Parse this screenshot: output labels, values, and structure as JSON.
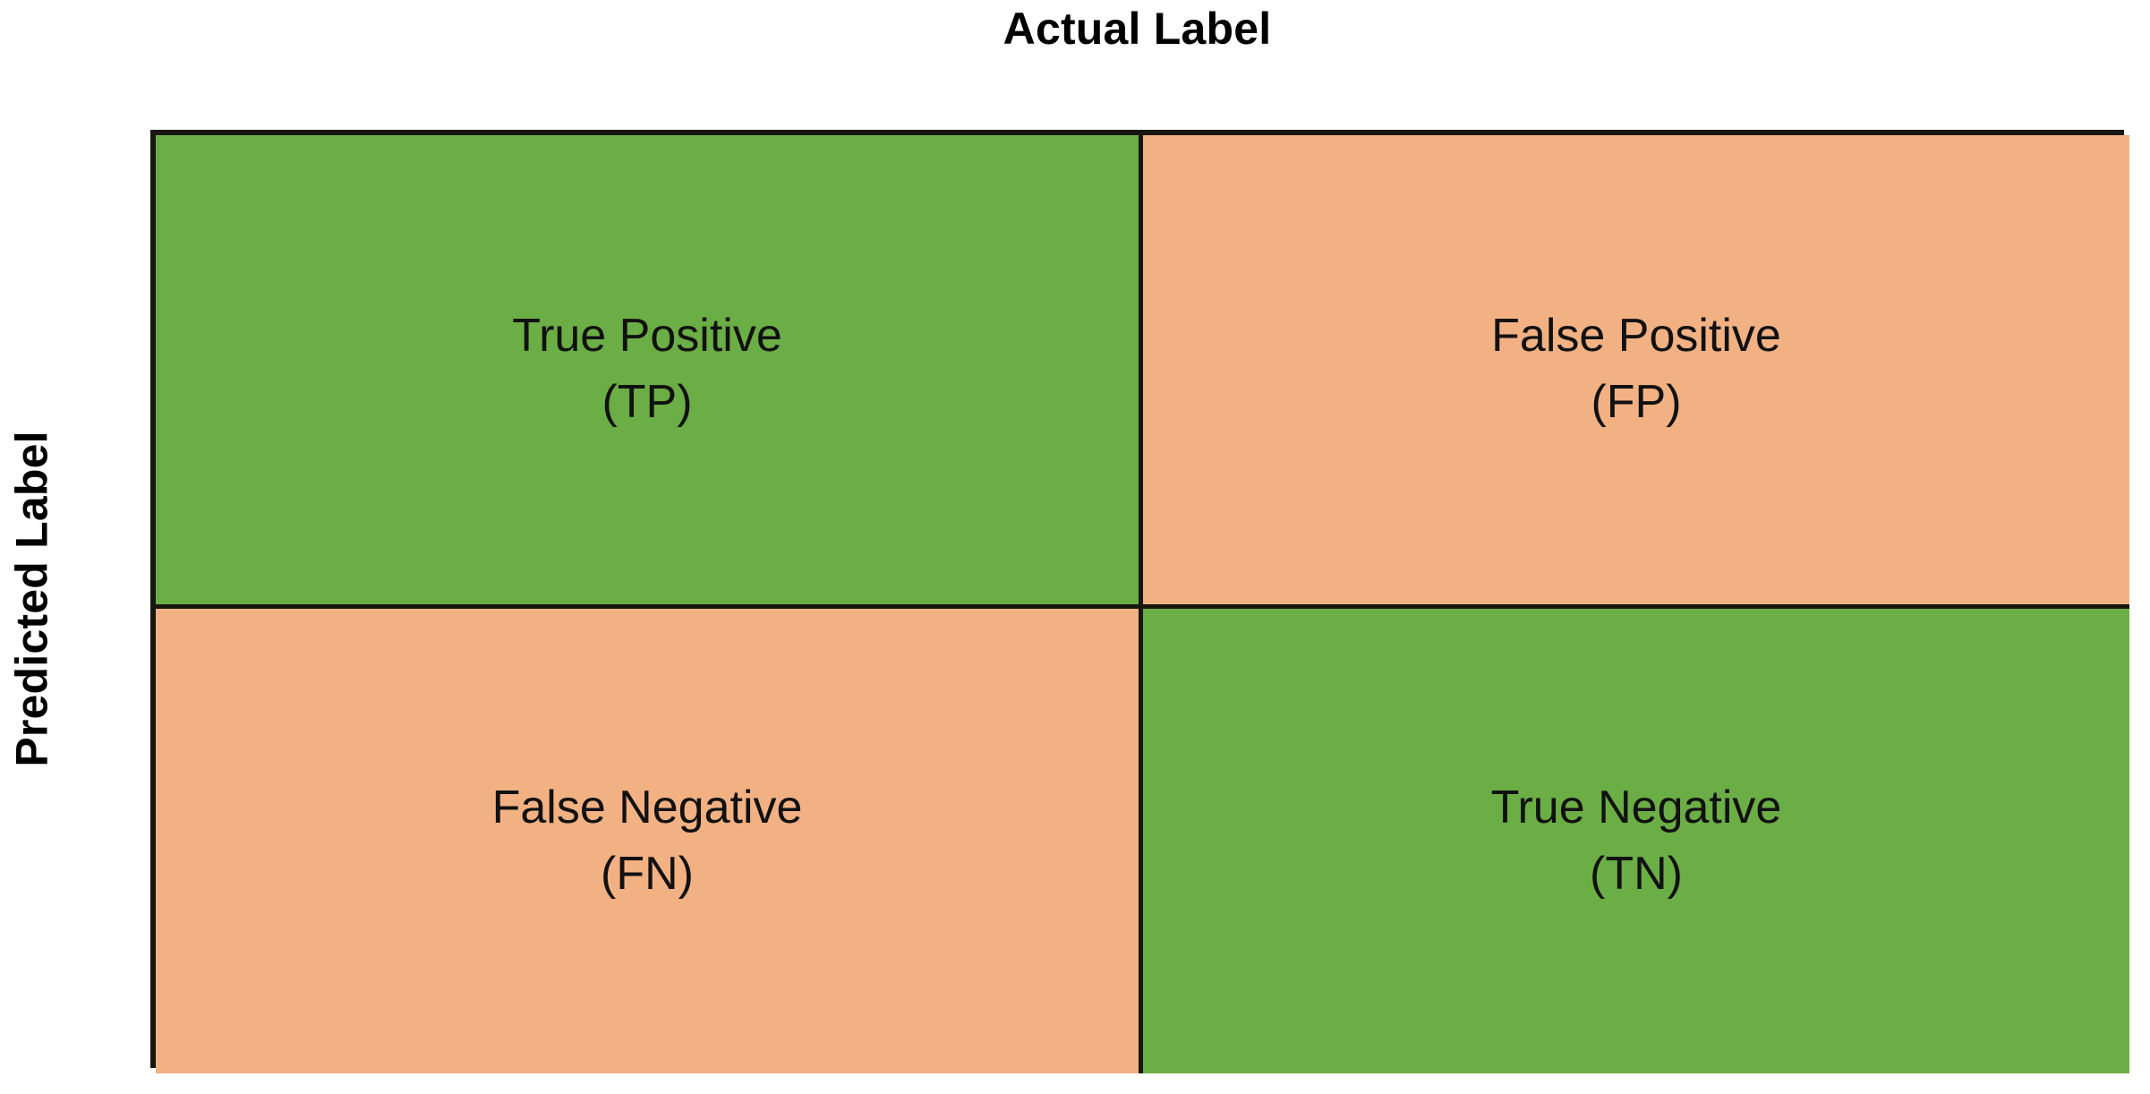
{
  "figure": {
    "kind": "confusion-matrix",
    "column_axis_title": "Actual Label",
    "row_axis_title": "Predicted Label",
    "background_color": "#ffffff",
    "border_color": "#17170f",
    "text_color": "#111111"
  },
  "palette": {
    "correct": "#6BAE45",
    "incorrect": "#F2B183"
  },
  "chart_data": {
    "type": "table",
    "title": "",
    "xlabel": "Actual Label",
    "ylabel": "Predicted Label",
    "grid": true,
    "legend": "none",
    "rows": 2,
    "columns": 2,
    "cells": [
      {
        "row": 0,
        "col": 0,
        "name": "true-positive",
        "title": "True Positive",
        "abbr": "(TP)",
        "color": "#6BAE45",
        "outcome": "correct"
      },
      {
        "row": 0,
        "col": 1,
        "name": "false-positive",
        "title": "False Positive",
        "abbr": "(FP)",
        "color": "#F2B183",
        "outcome": "incorrect"
      },
      {
        "row": 1,
        "col": 0,
        "name": "false-negative",
        "title": "False Negative",
        "abbr": "(FN)",
        "color": "#F2B183",
        "outcome": "incorrect"
      },
      {
        "row": 1,
        "col": 1,
        "name": "true-negative",
        "title": "True Negative",
        "abbr": "(TN)",
        "color": "#6BAE45",
        "outcome": "correct"
      }
    ]
  }
}
